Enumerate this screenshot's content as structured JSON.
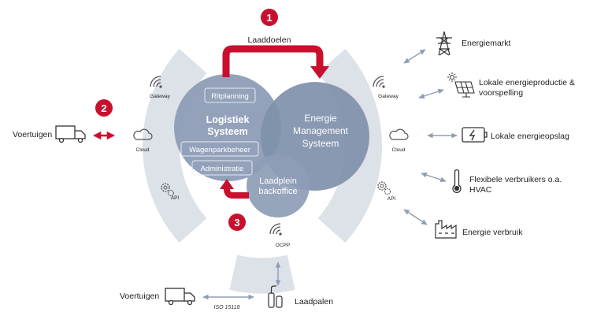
{
  "colors": {
    "accent": "#c8102e",
    "ring": "#dde1e8",
    "circle": "#8d9db6",
    "circle_dark": "#7a8aa3",
    "connector": "#8d9db6"
  },
  "badges": {
    "one": "1",
    "two": "2",
    "three": "3"
  },
  "labels": {
    "laaddoelen": "Laaddoelen",
    "vehicles_left": "Voertuigen",
    "vehicles_bottom": "Voertuigen",
    "iso": "ISO 15118",
    "laadpalen": "Laadpalen"
  },
  "left_ring": {
    "gateway": "Gateway",
    "cloud": "Cloud",
    "api": "API"
  },
  "right_ring": {
    "gateway": "Gateway",
    "cloud": "Cloud",
    "api": "API"
  },
  "bottom_ring": {
    "ocpp": "OCPP"
  },
  "logistiek": {
    "title_line1": "Logistiek",
    "title_line2": "Systeem",
    "boxes": [
      "Ritplanning",
      "Wagenparkbeheer",
      "Administratie"
    ]
  },
  "ems": {
    "line1": "Energie",
    "line2": "Management",
    "line3": "Systeem"
  },
  "laadplein": {
    "line1": "Laadplein",
    "line2": "backoffice"
  },
  "right_items": [
    {
      "icon": "transmission-tower-icon",
      "text_lines": [
        "Energiemarkt"
      ]
    },
    {
      "icon": "solar-panel-icon",
      "text_lines": [
        "Lokale energieproductie &",
        "voorspelling"
      ]
    },
    {
      "icon": "battery-icon",
      "text_lines": [
        "Lokale energieopslag"
      ]
    },
    {
      "icon": "thermometer-icon",
      "text_lines": [
        "Flexibele verbruikers o.a.",
        "HVAC"
      ]
    },
    {
      "icon": "factory-icon",
      "text_lines": [
        "Energie verbruik"
      ]
    }
  ]
}
